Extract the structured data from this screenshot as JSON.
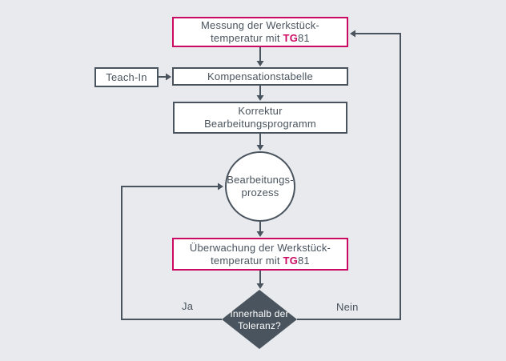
{
  "diagram_title": "TG81 workpiece temperature compensation flowchart",
  "colors": {
    "background": "#e8eaed",
    "line": "#4a545e",
    "accent_magenta": "#cb0a64",
    "node_fill": "#ffffff",
    "decision_fill": "#4a545e",
    "decision_text": "#ffffff"
  },
  "nodes": {
    "measurement": {
      "line1": "Messung der Werkstück-",
      "line2_prefix": "temperatur mit ",
      "brand": "TG",
      "line2_suffix": "81"
    },
    "teach_in": {
      "label": "Teach-In"
    },
    "compensation": {
      "label": "Kompensationstabelle"
    },
    "correction": {
      "line1": "Korrektur",
      "line2": "Bearbeitungsprogramm"
    },
    "process": {
      "line1": "Bearbeitungs-",
      "line2": "prozess"
    },
    "monitoring": {
      "line1": "Überwachung der Werkstück-",
      "line2_prefix": "temperatur mit ",
      "brand": "TG",
      "line2_suffix": "81"
    },
    "decision": {
      "line1": "Innerhalb der",
      "line2": "Toleranz?"
    }
  },
  "edges": {
    "yes_label": "Ja",
    "no_label": "Nein"
  }
}
